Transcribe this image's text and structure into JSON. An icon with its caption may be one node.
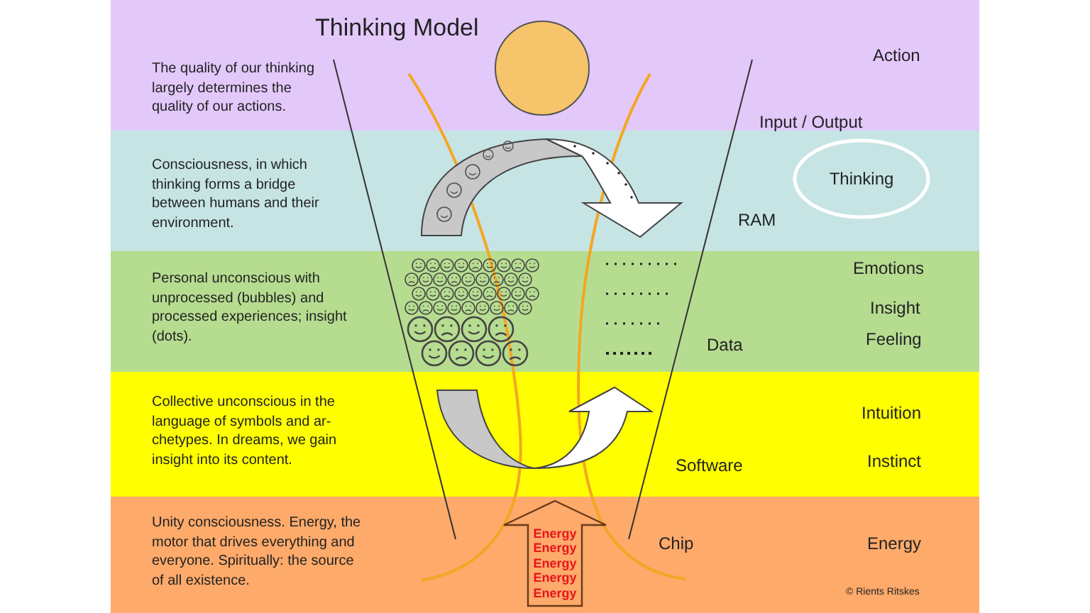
{
  "diagram": {
    "title": "Thinking Model",
    "nodes": [
      {
        "text": [
          "The quality of our thinking largely determines the quality of our actions."
        ]
      },
      {
        "text": [
          "Consciousness, in which thinking forms a bridge between humans and their environment."
        ]
      },
      {
        "text": [
          "Personal unconscious with unprocessed (bubbles) and processed experiences; insight (dots)."
        ]
      },
      {
        "text": [
          "Collective unconscious in the language of symbols and ar-chetypes. In dreams, we gain insight into its content."
        ]
      },
      {
        "text": [
          "Unity consciousness. Energy, the motor that drives everything and everyone. Spiritually: the source of all existence."
        ]
      },
      {
        "text": [
          "Thinking"
        ],
        "in": 1
      },
      {
        "text": [
          "Energy",
          "Energy",
          "Energy",
          "Energy",
          "Energy"
        ],
        "in": 4
      }
    ],
    "labels": [
      "Action",
      "Input / Output",
      "RAM",
      "Emotions",
      "Insight",
      "Data",
      "Feeling",
      "Intuition",
      "Software",
      "Instinct",
      "Chip",
      "Energy",
      "© Rients Ritskes"
    ]
  }
}
